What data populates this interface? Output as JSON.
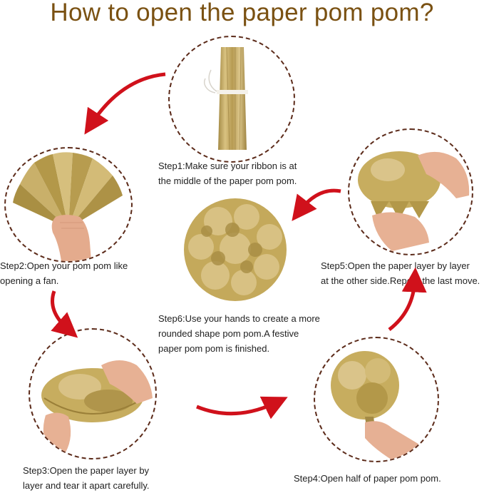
{
  "title": "How to open the paper pom pom?",
  "colors": {
    "title": "#7a5112",
    "arrow": "#d0111b",
    "circle_border": "#5c2b1a",
    "gold": "#c7ad5f",
    "gold_dark": "#9a7f38",
    "skin": "#e9b396"
  },
  "steps": {
    "step1": {
      "line1": "Step1:Make sure your ribbon is at",
      "line2": "the middle of the paper pom pom."
    },
    "step2": {
      "line1": "Step2:Open your pom pom like",
      "line2": "opening a fan."
    },
    "step3": {
      "line1": "Step3:Open the paper layer by",
      "line2": "layer and tear it apart carefully."
    },
    "step4": {
      "line1": "Step4:Open half of paper pom pom."
    },
    "step5": {
      "line1": "Step5:Open the paper layer by layer",
      "line2": "at the other side.Repeat the last move."
    },
    "step6": {
      "line1": "Step6:Use your hands to create a more",
      "line2": "rounded shape pom pom.A festive",
      "line3": "paper pom pom is finished."
    }
  },
  "icons": [
    "folded-paper-icon",
    "fan-pompom-icon",
    "half-open-pompom-icon",
    "finished-pompom-icon",
    "hand-icon",
    "curved-arrow-icon"
  ]
}
